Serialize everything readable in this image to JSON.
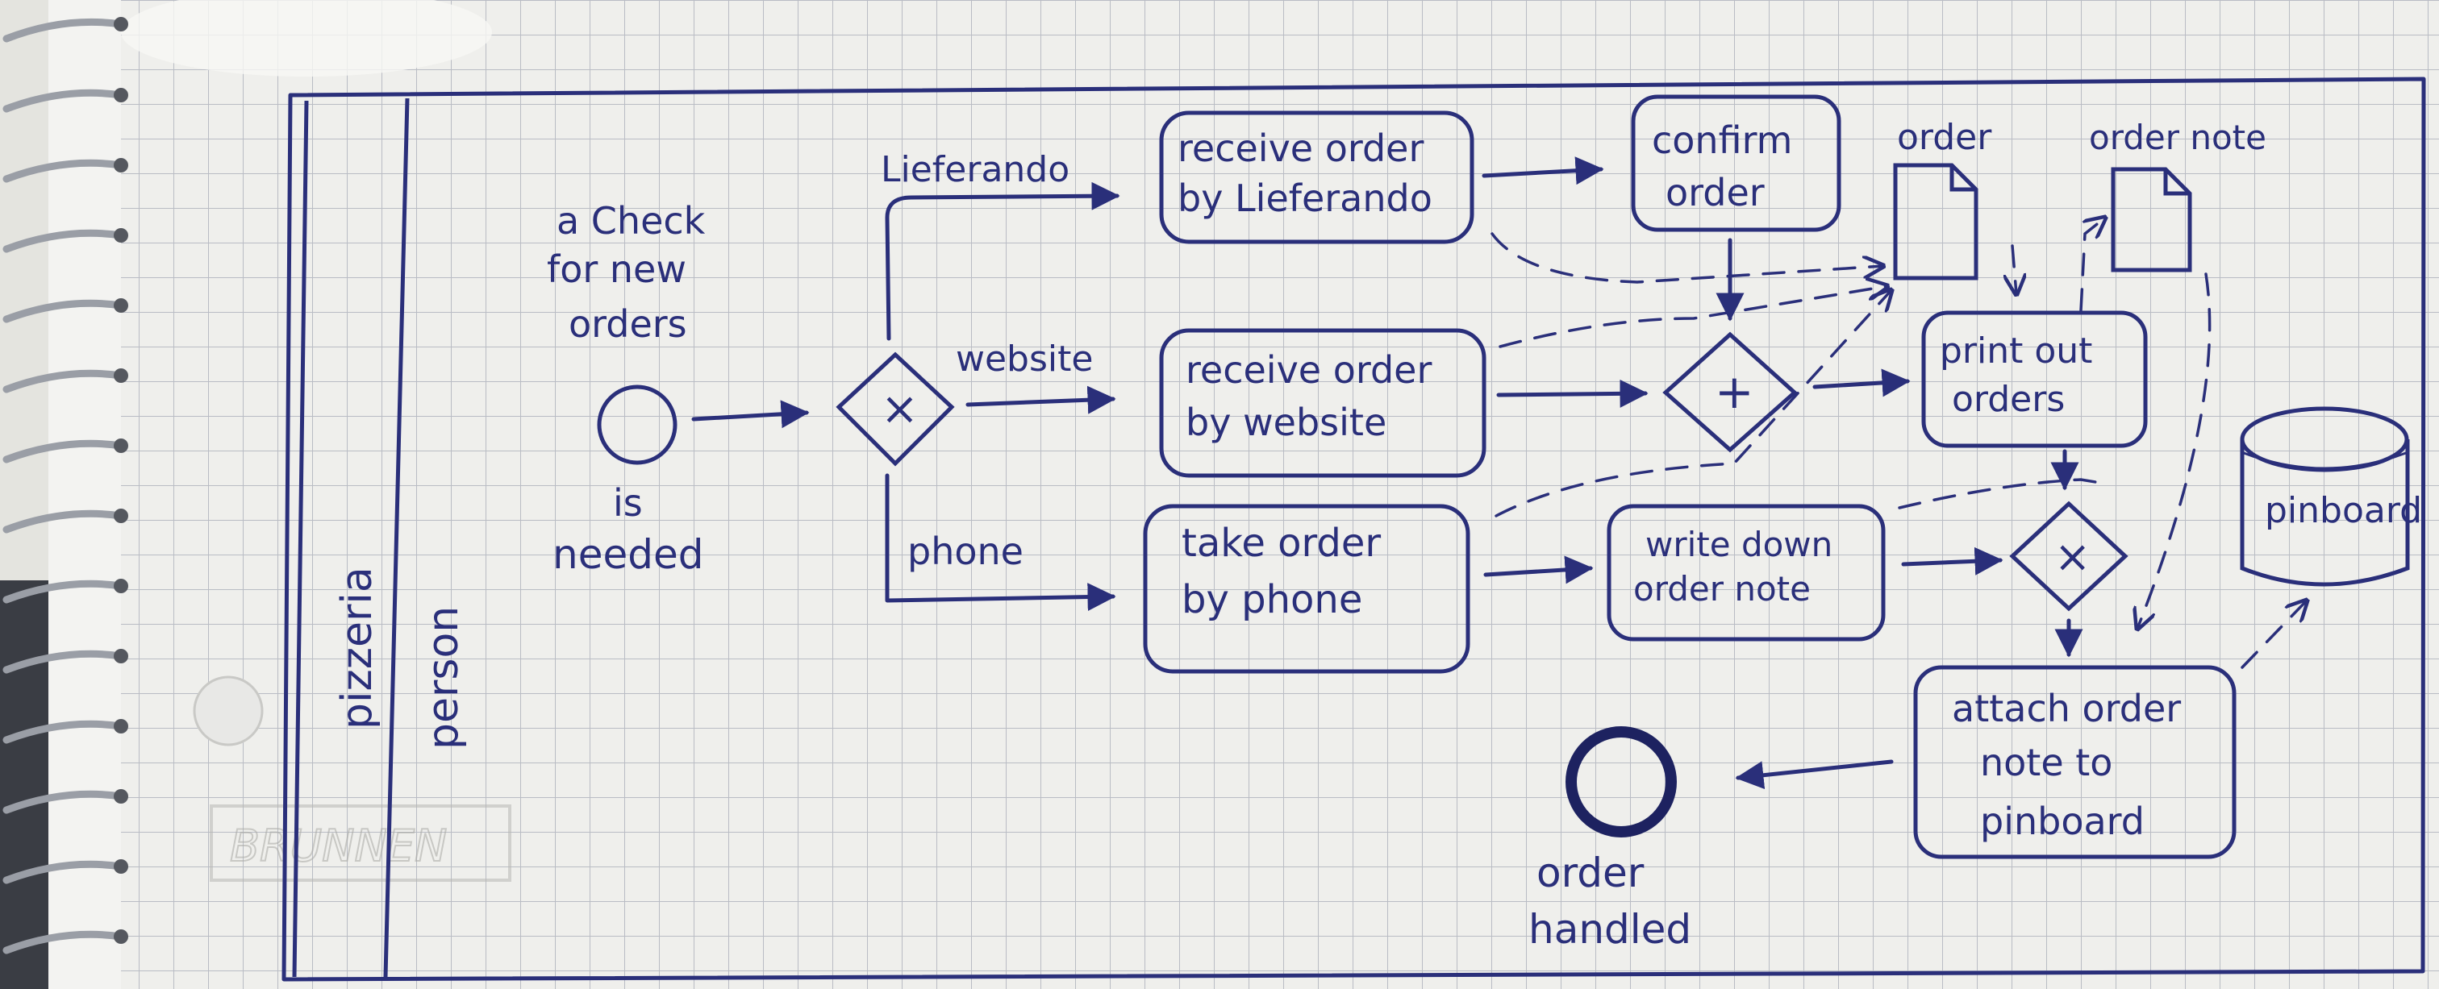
{
  "diagram": {
    "lanes": {
      "pool": "pizzeria",
      "lane": "person"
    },
    "start_event": {
      "label_top": [
        "a Check",
        "for new",
        "orders"
      ],
      "label_bottom": [
        "is",
        "needed"
      ]
    },
    "gateways": {
      "split": "×",
      "join": "+",
      "merge": "×"
    },
    "branches": {
      "lieferando": "Lieferando",
      "website": "website",
      "phone": "phone"
    },
    "tasks": {
      "receive_lieferando": [
        "receive order",
        "by Lieferando"
      ],
      "receive_website": [
        "receive order",
        "by website"
      ],
      "take_phone": [
        "take order",
        "by phone"
      ],
      "confirm_order": [
        "confirm",
        "order"
      ],
      "print_orders": [
        "print out",
        "orders"
      ],
      "write_note": [
        "write down",
        "order note"
      ],
      "attach_note": [
        "attach order",
        "note to",
        "pinboard"
      ]
    },
    "data_objects": {
      "order": "order",
      "order_note": "order note"
    },
    "data_store": "pinboard",
    "end_event": [
      "order",
      "handled"
    ]
  },
  "brand": "BRUNNEN",
  "colors": {
    "ink": "#2a2f7a",
    "grid": "#b9bcc4",
    "paper": "#efefec",
    "spiral": "#9a9ea6"
  }
}
